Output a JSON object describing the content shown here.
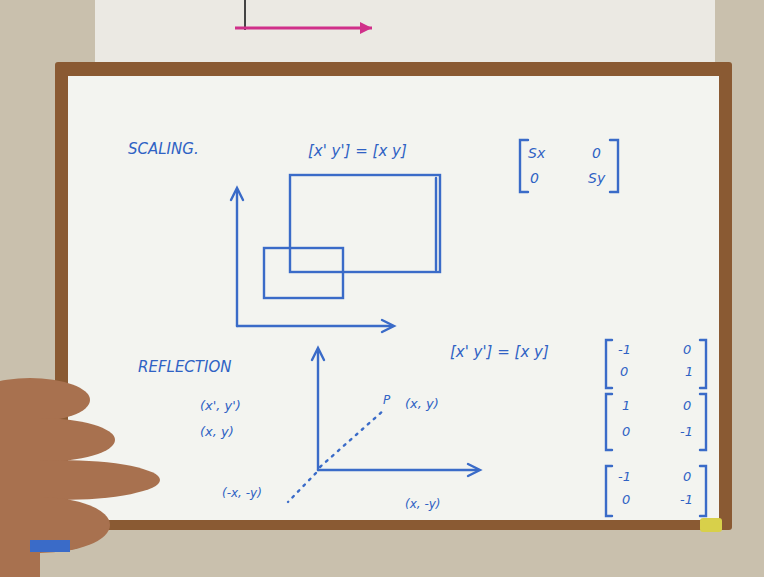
{
  "diagram": {
    "labels": [
      "SCALING.",
      "[x' y'] = [x y]",
      "Sx",
      "0",
      "0",
      "Sy",
      "REFLECTION",
      "[x' y'] = [x y]",
      "-1",
      "0",
      "0",
      "1",
      "1",
      "0",
      "0",
      "-1",
      "-1",
      "0",
      "0",
      "-1",
      "(x', y')",
      "(x, y)",
      "P",
      "(x, y)",
      "(-x, -y)",
      "(x, -y)"
    ]
  }
}
